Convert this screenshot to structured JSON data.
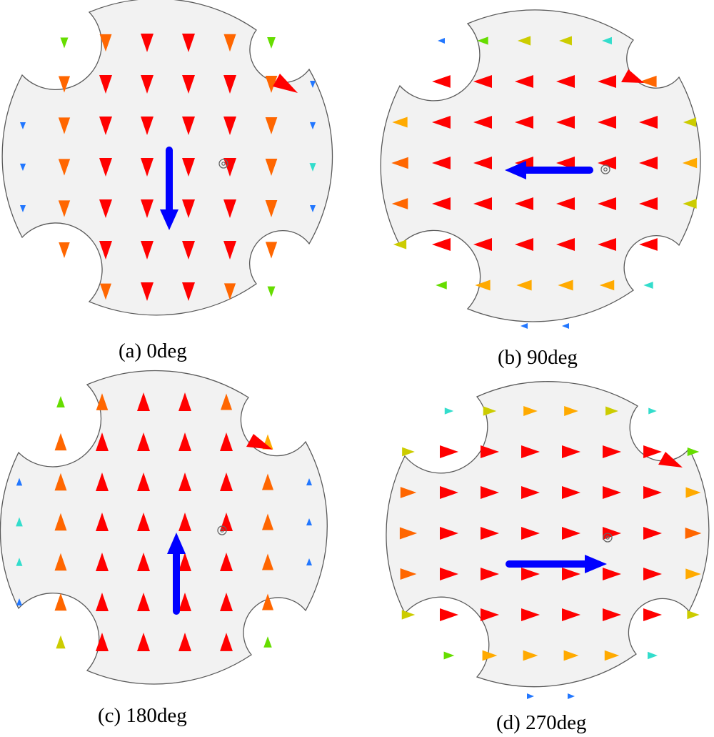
{
  "panels": [
    {
      "id": "a",
      "caption": "(a) 0deg",
      "angle_deg": 0,
      "main_arrow": {
        "direction": "down",
        "color": "#0000ff"
      },
      "vector_color_scale": [
        "#2277ff",
        "#33ddcc",
        "#66dd00",
        "#cccc00",
        "#ffaa00",
        "#ff6600",
        "#ff0000"
      ]
    },
    {
      "id": "b",
      "caption": "(b) 90deg",
      "angle_deg": 90,
      "main_arrow": {
        "direction": "left",
        "color": "#0000ff"
      },
      "vector_color_scale": [
        "#2277ff",
        "#33ddcc",
        "#66dd00",
        "#cccc00",
        "#ffaa00",
        "#ff6600",
        "#ff0000"
      ]
    },
    {
      "id": "c",
      "caption": "(c) 180deg",
      "angle_deg": 180,
      "main_arrow": {
        "direction": "up",
        "color": "#0000ff"
      },
      "vector_color_scale": [
        "#2277ff",
        "#33ddcc",
        "#66dd00",
        "#cccc00",
        "#ffaa00",
        "#ff6600",
        "#ff0000"
      ]
    },
    {
      "id": "d",
      "caption": "(d) 270deg",
      "angle_deg": 270,
      "main_arrow": {
        "direction": "right",
        "color": "#0000ff"
      },
      "vector_color_scale": [
        "#2277ff",
        "#33ddcc",
        "#66dd00",
        "#cccc00",
        "#ffaa00",
        "#ff6600",
        "#ff0000"
      ]
    }
  ]
}
